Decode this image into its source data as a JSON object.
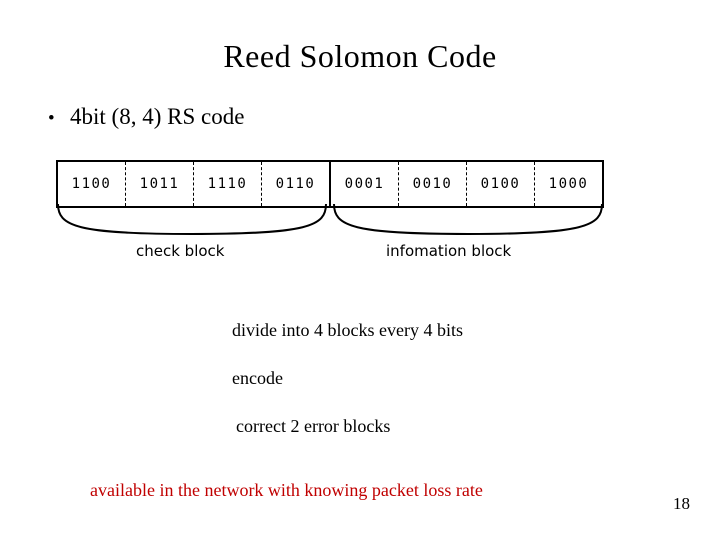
{
  "slide": {
    "title": "Reed Solomon Code",
    "bullet": {
      "marker": "•",
      "text": "4bit (8, 4) RS code"
    },
    "diagram": {
      "blocks": [
        "1100",
        "1011",
        "1110",
        "0110",
        "0001",
        "0010",
        "0100",
        "1000"
      ],
      "caption_left": "check block",
      "caption_right": "infomation block"
    },
    "notes": [
      "divide into 4 blocks every 4 bits",
      "encode",
      "correct 2 error blocks"
    ],
    "highlight_note": "available in the network with knowing packet loss rate",
    "page_number": "18"
  }
}
